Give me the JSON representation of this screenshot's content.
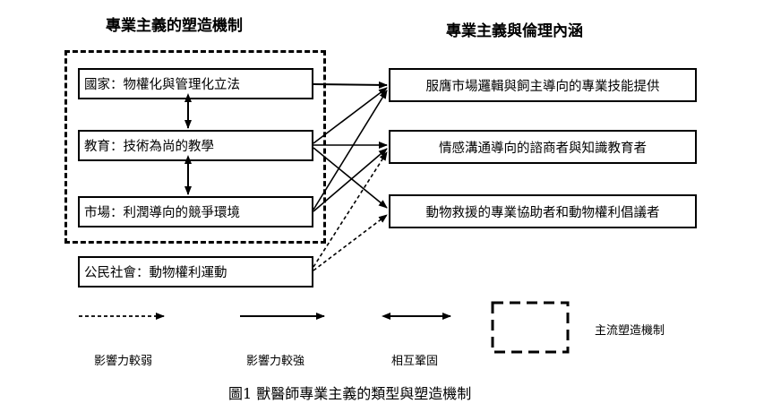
{
  "left_heading": "專業主義的塑造機制",
  "right_heading": "專業主義與倫理內涵",
  "mechanisms": {
    "state": "國家：物權化與管理化立法",
    "education": "教育：技術為尚的教學",
    "market": "市場：利潤導向的競爭環境",
    "civil_society": "公民社會：動物權利運動"
  },
  "ethics": {
    "service": "服膺市場邏輯與飼主導向的專業技能提供",
    "counselor": "情感溝通導向的諮商者與知識教育者",
    "advocate": "動物救援的專業協助者和動物權利倡議者"
  },
  "legend": {
    "weak": "影響力較弱",
    "strong": "影響力較強",
    "mutual": "相互鞏固",
    "mainstream": "主流塑造機制"
  },
  "caption": "圖1  獸醫師專業主義的類型與塑造機制"
}
